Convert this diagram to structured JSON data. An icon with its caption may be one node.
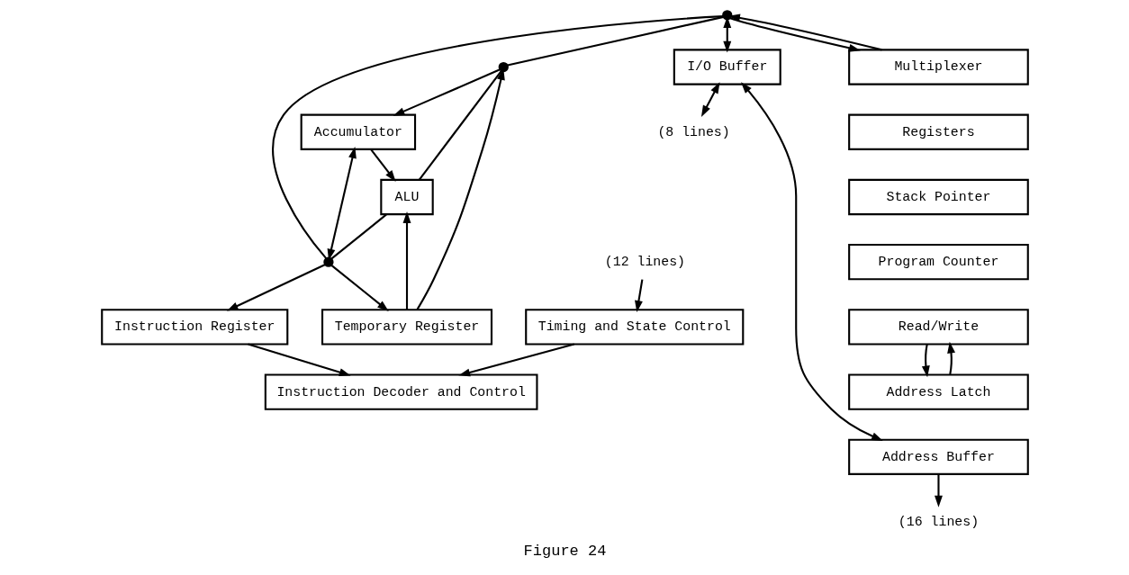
{
  "diagram": {
    "caption": "Figure 24",
    "nodes": [
      {
        "text": [],
        "shape": "circle"
      },
      {
        "text": [],
        "shape": "circle"
      },
      {
        "text": [
          "Accumulator"
        ]
      },
      {
        "text": [
          "ALU"
        ]
      },
      {
        "text": [],
        "shape": "circle"
      },
      {
        "text": [
          "Temporary Register"
        ]
      },
      {
        "text": [
          "(12 lines)"
        ]
      },
      {
        "text": [
          "Timing and State Control"
        ]
      },
      {
        "text": [
          "Instruction Decoder and Control"
        ]
      },
      {
        "text": [
          "Instruction Register"
        ]
      },
      {
        "text": [
          "I/O Buffer"
        ]
      },
      {
        "text": [
          "Multiplexer"
        ]
      },
      {
        "text": [
          "Registers"
        ]
      },
      {
        "text": [
          "Stack Pointer"
        ]
      },
      {
        "text": [
          "Program Counter"
        ]
      },
      {
        "text": [
          "Read/Write"
        ]
      },
      {
        "text": [
          "Address Latch"
        ]
      },
      {
        "text": [
          "Address Buffer"
        ]
      },
      {
        "text": [
          "(8 lines)"
        ]
      },
      {
        "text": [
          "(16 lines)"
        ]
      }
    ],
    "edges": [
      {
        "from": 0,
        "to": 1,
        "arrow": "none"
      },
      {
        "from": 1,
        "to": 2,
        "arrow": "to"
      },
      {
        "from": 1,
        "to": 3,
        "arrow": "none"
      },
      {
        "from": 5,
        "to": 1,
        "arrow": "to"
      },
      {
        "from": 2,
        "to": 4,
        "arrow": "both"
      },
      {
        "from": 3,
        "to": 4,
        "arrow": "none"
      },
      {
        "from": 4,
        "to": 5,
        "arrow": "to"
      },
      {
        "from": 4,
        "to": 9,
        "arrow": "to"
      },
      {
        "from": 4,
        "to": 0,
        "arrow": "none"
      },
      {
        "from": 2,
        "to": 3,
        "arrow": "to"
      },
      {
        "from": 5,
        "to": 3,
        "arrow": "to"
      },
      {
        "from": 0,
        "to": 10,
        "arrow": "both"
      },
      {
        "from": 0,
        "to": 11,
        "arrow": "to"
      },
      {
        "from": 11,
        "to": 0,
        "arrow": "to"
      },
      {
        "from": 6,
        "to": 7,
        "arrow": "to"
      },
      {
        "from": 7,
        "to": 8,
        "arrow": "to"
      },
      {
        "from": 9,
        "to": 8,
        "arrow": "to"
      },
      {
        "from": 16,
        "to": 15,
        "arrow": "to"
      },
      {
        "from": 15,
        "to": 16,
        "arrow": "to"
      },
      {
        "from": 10,
        "to": 17,
        "arrow": "both"
      },
      {
        "from": 10,
        "to": 18,
        "arrow": "both"
      },
      {
        "from": 17,
        "to": 19,
        "arrow": "to"
      }
    ]
  }
}
